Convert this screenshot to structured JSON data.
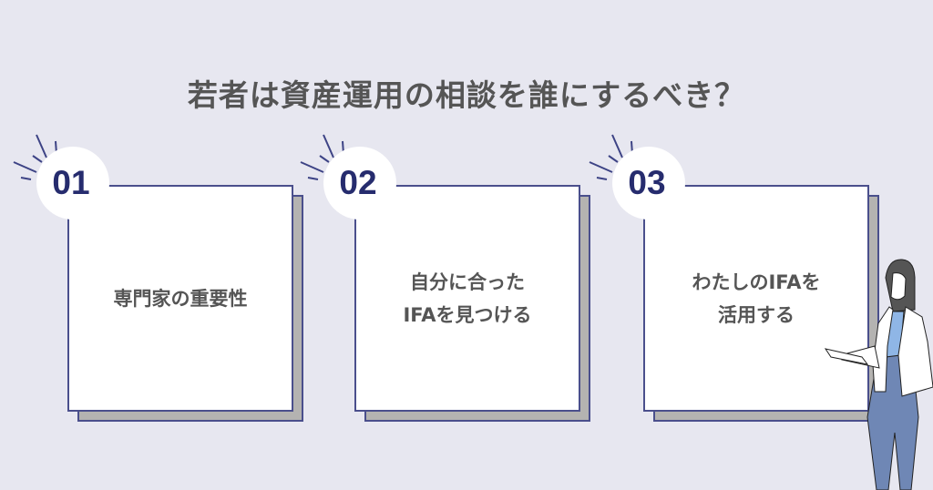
{
  "title": "若者は資産運用の相談を誰にするべき？",
  "cards": [
    {
      "number": "01",
      "label": "専門家の重要性"
    },
    {
      "number": "02",
      "label": "自分に合った\nIFAを見つける"
    },
    {
      "number": "03",
      "label": "わたしのIFAを\n活用する"
    }
  ],
  "colors": {
    "accent": "#262c6e",
    "background": "#e7e7f0",
    "text": "#555555"
  }
}
